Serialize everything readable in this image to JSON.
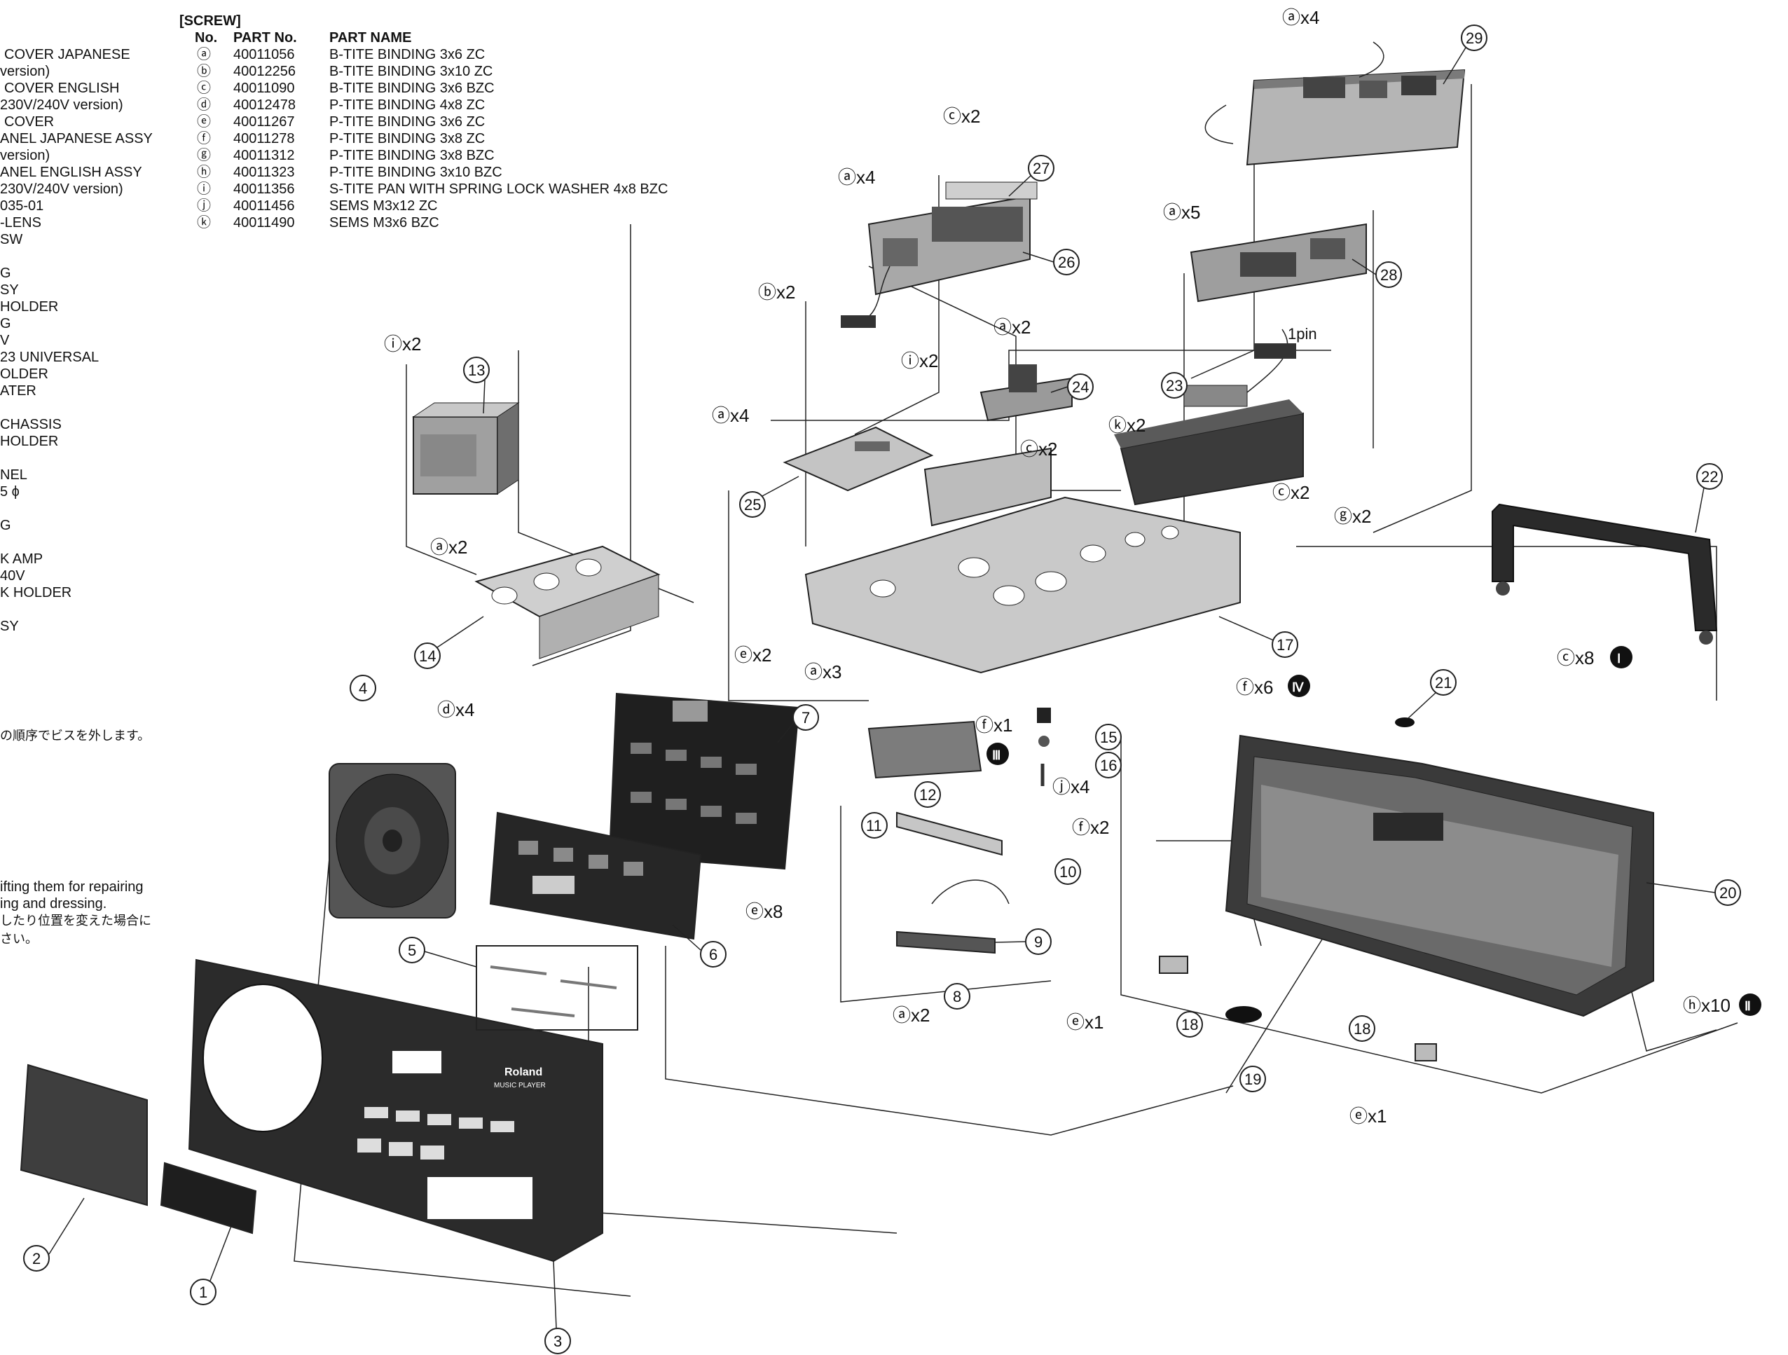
{
  "edge_list": [
    "COVER JAPANESE",
    "version)",
    "COVER ENGLISH",
    "230V/240V version)",
    "COVER",
    "ANEL JAPANESE ASSY",
    "version)",
    "ANEL ENGLISH  ASSY",
    "230V/240V version)",
    "035-01",
    "-LENS",
    "SW",
    "G",
    "SY",
    "HOLDER",
    "G",
    "V",
    "23 UNIVERSAL",
    "OLDER",
    "ATER",
    "CHASSIS",
    "HOLDER",
    "NEL",
    "5 ϕ",
    "G",
    "K AMP",
    "40V",
    "K HOLDER",
    "SY"
  ],
  "note": {
    "jp1": "の順序でビスを外します。",
    "en1": "ifting them for repairing",
    "en2": "ing and dressing.",
    "jp2": "したり位置を変えた場合に",
    "jp3": "さい。"
  },
  "screw_table": {
    "title": "[SCREW]",
    "headers": [
      "No.",
      "PART No.",
      "PART NAME"
    ],
    "rows": [
      {
        "no": "ⓐ",
        "part_no": "40011056",
        "name": "B-TITE BINDING 3x6 ZC"
      },
      {
        "no": "ⓑ",
        "part_no": "40012256",
        "name": "B-TITE BINDING 3x10 ZC"
      },
      {
        "no": "ⓒ",
        "part_no": "40011090",
        "name": "B-TITE BINDING 3x6 BZC"
      },
      {
        "no": "ⓓ",
        "part_no": "40012478",
        "name": "P-TITE BINDING 4x8 ZC"
      },
      {
        "no": "ⓔ",
        "part_no": "40011267",
        "name": "P-TITE BINDING 3x6 ZC"
      },
      {
        "no": "ⓕ",
        "part_no": "40011278",
        "name": "P-TITE BINDING 3x8 ZC"
      },
      {
        "no": "ⓖ",
        "part_no": "40011312",
        "name": "P-TITE BINDING 3x8 BZC"
      },
      {
        "no": "ⓗ",
        "part_no": "40011323",
        "name": "P-TITE BINDING 3x10 BZC"
      },
      {
        "no": "ⓘ",
        "part_no": "40011356",
        "name": "S-TITE PAN WITH SPRING LOCK WASHER 4x8 BZC"
      },
      {
        "no": "ⓙ",
        "part_no": "40011456",
        "name": "SEMS M3x12 ZC"
      },
      {
        "no": "ⓚ",
        "part_no": "40011490",
        "name": "SEMS M3x6 BZC"
      }
    ]
  },
  "screw_callouts": [
    "ⓐx4",
    "ⓒx2",
    "ⓐx4",
    "ⓐx5",
    "ⓑx2",
    "ⓘx2",
    "ⓐx2",
    "ⓘx2",
    "ⓐx4",
    "ⓒx2",
    "ⓚx2",
    "ⓒx2",
    "ⓖx2",
    "ⓐx2",
    "ⓔx2",
    "ⓐx3",
    "ⓕx1",
    "ⓓx4",
    "ⓙx4",
    "ⓕx2",
    "ⓕx6",
    "ⓔx8",
    "ⓐx2",
    "ⓔx1",
    "ⓔx1",
    "ⓒx8",
    "ⓗx10"
  ],
  "step_markers": [
    "Ⅲ",
    "Ⅳ",
    "Ⅰ",
    "Ⅱ"
  ],
  "part_numbers": [
    "29",
    "27",
    "26",
    "28",
    "1pin",
    "23",
    "24",
    "13",
    "25",
    "22",
    "14",
    "17",
    "21",
    "4",
    "7",
    "15",
    "16",
    "12",
    "11",
    "10",
    "20",
    "6",
    "5",
    "9",
    "8",
    "18",
    "19",
    "18",
    "2",
    "1",
    "3"
  ],
  "device": {
    "brand": "Roland",
    "model": "MUSIC PLAYER"
  }
}
